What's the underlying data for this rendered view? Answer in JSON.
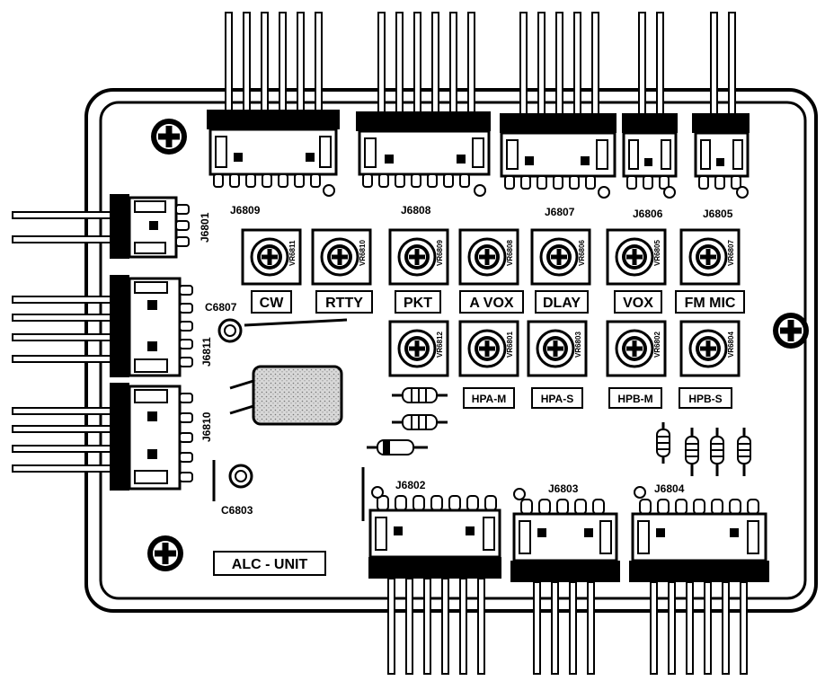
{
  "board": {
    "title": "ALC - UNIT",
    "connectors": {
      "j6809": "J6809",
      "j6808": "J6808",
      "j6807": "J6807",
      "j6806": "J6806",
      "j6805": "J6805",
      "j6801": "J6801",
      "j6811": "J6811",
      "j6810": "J6810",
      "j6802": "J6802",
      "j6803": "J6803",
      "j6804": "J6804"
    },
    "capacitors": {
      "c6807": "C6807",
      "c6803": "C6803"
    },
    "pots_row1": [
      "CW",
      "RTTY",
      "PKT",
      "A VOX",
      "DLAY",
      "VOX",
      "FM MIC"
    ],
    "pots_row2": [
      "HPA-M",
      "HPA-S",
      "HPB-M",
      "HPB-S"
    ],
    "pot_refs_row1": [
      "VR6811",
      "VR6810",
      "VR6809",
      "VR6808",
      "VR6806",
      "VR6805",
      "VR6807"
    ],
    "pot_refs_row2": [
      "VR6812",
      "VR6801",
      "VR6803",
      "VR6802",
      "VR6804"
    ]
  }
}
